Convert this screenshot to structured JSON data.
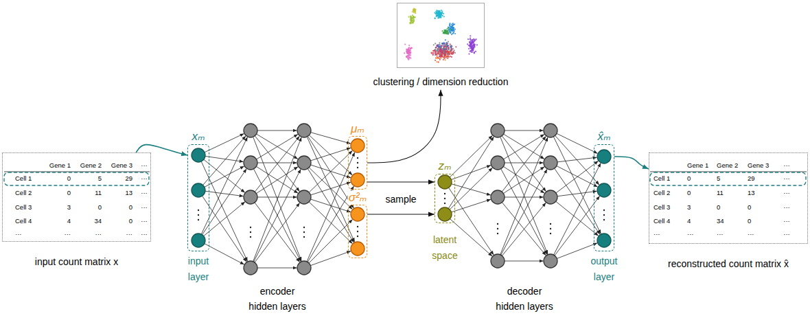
{
  "diagram": {
    "nodes": [
      {
        "text": [
          "input count matrix x"
        ]
      },
      {
        "text": [
          "xₘ",
          "input layer"
        ]
      },
      {
        "text": [
          "clustering / dimension reduction"
        ]
      },
      {
        "text": [
          "μₘ"
        ]
      },
      {
        "text": [
          "σ²ₘ"
        ]
      },
      {
        "text": [
          "zₘ",
          "latent space"
        ]
      },
      {
        "text": [
          "x̂ₘ",
          "output layer"
        ]
      },
      {
        "text": [
          "reconstructed count matrix x̂"
        ]
      }
    ],
    "edges": [
      {
        "from": 0,
        "to": 1,
        "arrow": "to"
      },
      {
        "from": 3,
        "to": 2,
        "arrow": "to"
      },
      {
        "from": 3,
        "to": 5,
        "label": "sample",
        "arrow": "to"
      },
      {
        "from": 4,
        "to": 5,
        "arrow": "to"
      },
      {
        "from": 6,
        "to": 7,
        "arrow": "to"
      }
    ],
    "labels": [
      "Gene 1",
      "Gene 2",
      "Gene 3",
      "···",
      "Cell 1",
      "0",
      "5",
      "29",
      "···",
      "Cell 2",
      "0",
      "11",
      "13",
      "···",
      "Cell 3",
      "3",
      "0",
      "0",
      "···",
      "Cell 4",
      "4",
      "34",
      "0",
      "···",
      "···",
      "···",
      "···",
      "···",
      "···",
      "Gene 1",
      "Gene 2",
      "Gene 3",
      "···",
      "Cell 1",
      "0",
      "5",
      "29",
      "···",
      "Cell 2",
      "0",
      "11",
      "13",
      "···",
      "Cell 3",
      "3",
      "0",
      "0",
      "···",
      "Cell 4",
      "4",
      "34",
      "0",
      "···",
      "···",
      "···",
      "···",
      "···",
      "···",
      "encoder hidden layers",
      "decoder hidden layers"
    ]
  }
}
